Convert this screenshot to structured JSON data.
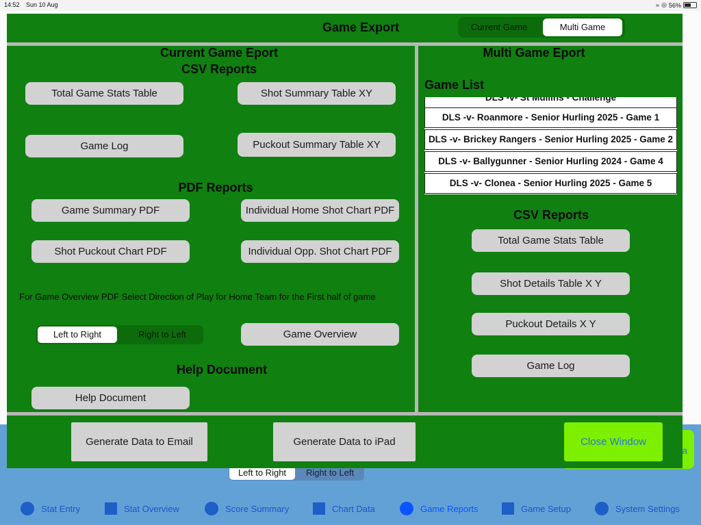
{
  "status_bar": {
    "time": "14:52",
    "date": "Sun 10 Aug",
    "battery": "56%",
    "battery_level": 0.56
  },
  "background": {
    "close_window_label": "a",
    "direction_segment": {
      "left": "Left to Right",
      "right": "Right to Left",
      "selected": "Left to Right"
    },
    "tabs": [
      {
        "label": "Stat Entry",
        "icon": "circle-icon"
      },
      {
        "label": "Stat Overview",
        "icon": "square-icon"
      },
      {
        "label": "Score Summary",
        "icon": "circle-icon"
      },
      {
        "label": "Chart Data",
        "icon": "square-icon"
      },
      {
        "label": "Game Reports",
        "icon": "circle-icon",
        "active": true
      },
      {
        "label": "Game Setup",
        "icon": "square-icon"
      },
      {
        "label": "System Settings",
        "icon": "circle-icon"
      }
    ]
  },
  "modal": {
    "title": "Game Export",
    "mode_segment": {
      "options": [
        "Current Game",
        "Multi Game"
      ],
      "selected": "Multi Game"
    },
    "current": {
      "heading": "Current Game Eport",
      "csv_heading": "CSV Reports",
      "csv_buttons": [
        "Total Game Stats Table",
        "Shot Summary Table XY",
        "Game Log",
        "Puckout Summary Table XY"
      ],
      "pdf_heading": "PDF Reports",
      "pdf_buttons": [
        "Game Summary PDF",
        "Individual Home Shot Chart PDF",
        "Shot Puckout Chart PDF",
        "Individual Opp. Shot Chart PDF"
      ],
      "direction_note": "For Game Overview PDF Select Direction of Play for Home Team for the First half of game",
      "direction_options": [
        "Left to Right",
        "Right to Left"
      ],
      "direction_selected": "Left to Right",
      "overview_button": "Game Overview",
      "help_heading": "Help Document",
      "help_button": "Help Document"
    },
    "multi": {
      "heading": "Multi Game Eport",
      "list_heading": "Game List",
      "games": [
        "DLS -v- St Mullins - Challenge",
        "DLS -v- Roanmore - Senior Hurling 2025  - Game 1",
        "DLS -v- Brickey Rangers - Senior Hurling 2025 - Game 2",
        "DLS -v- Ballygunner - Senior Hurling 2024 - Game 4",
        "DLS -v- Clonea - Senior Hurling 2025 - Game 5"
      ],
      "csv_heading": "CSV Reports",
      "csv_buttons": [
        "Total Game Stats Table",
        "Shot Details Table X Y",
        "Puckout Details X Y",
        "Game Log"
      ]
    },
    "footer": {
      "email_button": "Generate Data to Email",
      "ipad_button": "Generate Data to iPad",
      "close_button": "Close Window"
    }
  }
}
